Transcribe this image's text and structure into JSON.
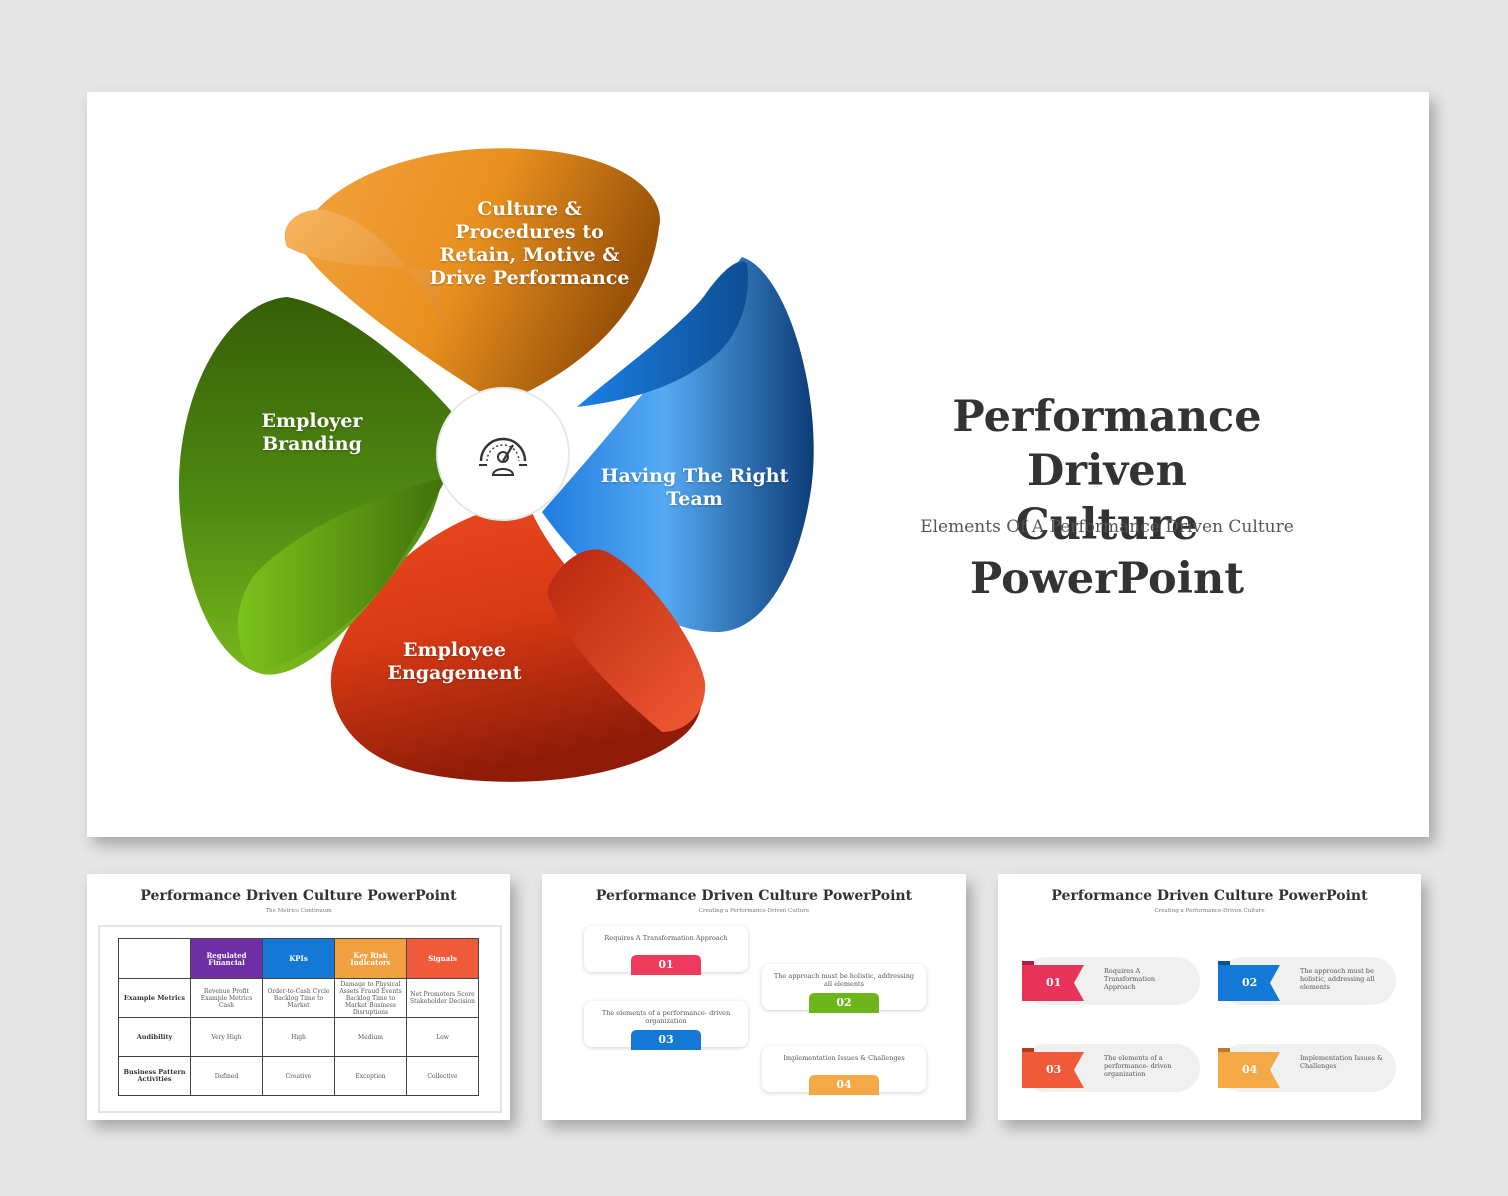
{
  "main": {
    "title_line1": "Performance Driven",
    "title_line2": "Culture PowerPoint",
    "subtitle": "Elements Of A Performance Driven Culture",
    "center_icon": "performance-gauge-person-icon",
    "petals": [
      {
        "lines": [
          "Culture &",
          "Procedures to",
          "Retain, Motive &",
          "Drive Performance"
        ],
        "color": "#e8901f"
      },
      {
        "lines": [
          "Having The Right",
          "Team"
        ],
        "color": "#2f86e0"
      },
      {
        "lines": [
          "Employee",
          "Engagement"
        ],
        "color": "#d83a14"
      },
      {
        "lines": [
          "Employer",
          "Branding"
        ],
        "color": "#4f8a12"
      }
    ]
  },
  "thumb1": {
    "title": "Performance Driven Culture PowerPoint",
    "subtitle": "The Metrics Continuum",
    "headers": [
      {
        "label": "Regulated Financial",
        "color": "#6d2fa3"
      },
      {
        "label": "KPIs",
        "color": "#1479d4"
      },
      {
        "label": "Key Risk Indicators",
        "color": "#f0a040"
      },
      {
        "label": "Signals",
        "color": "#ef5a3a"
      }
    ],
    "rows": [
      {
        "label": "Example Metrics",
        "cells": [
          "Revenue Profit Example Metrics Cash",
          "Order-to-Cash Cycle Backlog Time to Market",
          "Damage to Physical Assets Fraud Events Backlog Time to Market Business Disruptions",
          "Net Promoters Score Stakeholder Decision"
        ]
      },
      {
        "label": "Audibility",
        "cells": [
          "Very High",
          "High",
          "Medium",
          "Low"
        ]
      },
      {
        "label": "Business Pattern Activities",
        "cells": [
          "Defined",
          "Creative",
          "Exception",
          "Collective"
        ]
      }
    ]
  },
  "thumb2": {
    "title": "Performance Driven Culture PowerPoint",
    "subtitle": "Creating a Performance-Driven Culture",
    "cards": [
      {
        "num": "01",
        "text": "Requires A Transformation Approach",
        "color": "#ec3b5c"
      },
      {
        "num": "02",
        "text": "The approach must be holistic, addressing all elements",
        "color": "#6cb51a"
      },
      {
        "num": "03",
        "text": "The elements of a performance- driven organization",
        "color": "#1479d4"
      },
      {
        "num": "04",
        "text": "Implementation Issues & Challenges",
        "color": "#f3a945"
      }
    ]
  },
  "thumb3": {
    "title": "Performance Driven Culture PowerPoint",
    "subtitle": "Creating a Performance-Driven Culture",
    "items": [
      {
        "num": "01",
        "text": "Requires A Transformation Approach",
        "color": "#e8345a"
      },
      {
        "num": "02",
        "text": "The approach must be holistic, addressing all elements",
        "color": "#1479d4"
      },
      {
        "num": "03",
        "text": "The elements of a performance- driven organization",
        "color": "#ef5a3a"
      },
      {
        "num": "04",
        "text": "Implementation Issues & Challenges",
        "color": "#f3a945"
      }
    ]
  }
}
